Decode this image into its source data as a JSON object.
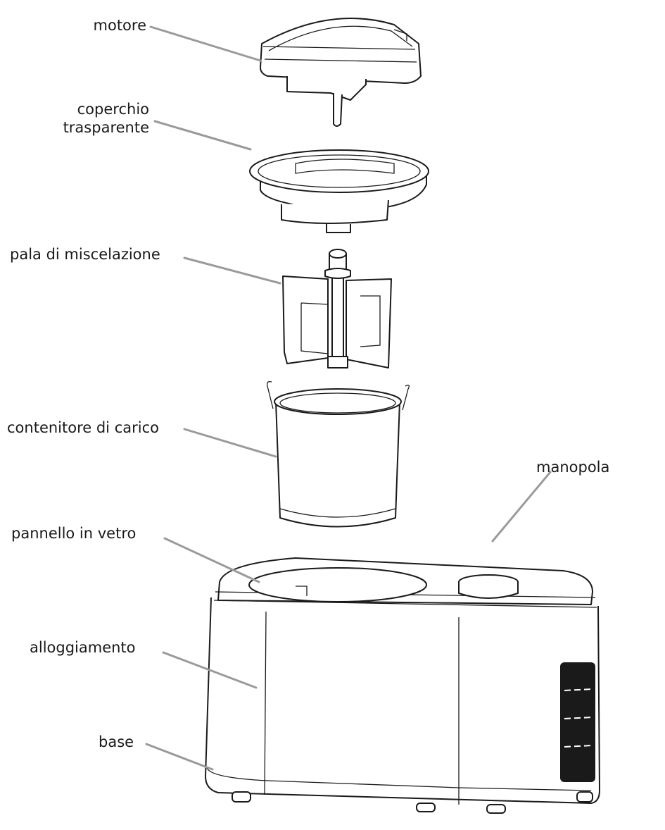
{
  "labels": {
    "motor": "motore",
    "lid_line1": "coperchio",
    "lid_line2": "trasparente",
    "paddle": "pala di miscelazione",
    "bowl": "contenitore di carico",
    "knob": "manopola",
    "glass_panel": "pannello in vetro",
    "housing": "alloggiamento",
    "base": "base"
  },
  "colors": {
    "line": "#1a1a1a",
    "leader": "#9a9a9a",
    "background": "#ffffff"
  }
}
